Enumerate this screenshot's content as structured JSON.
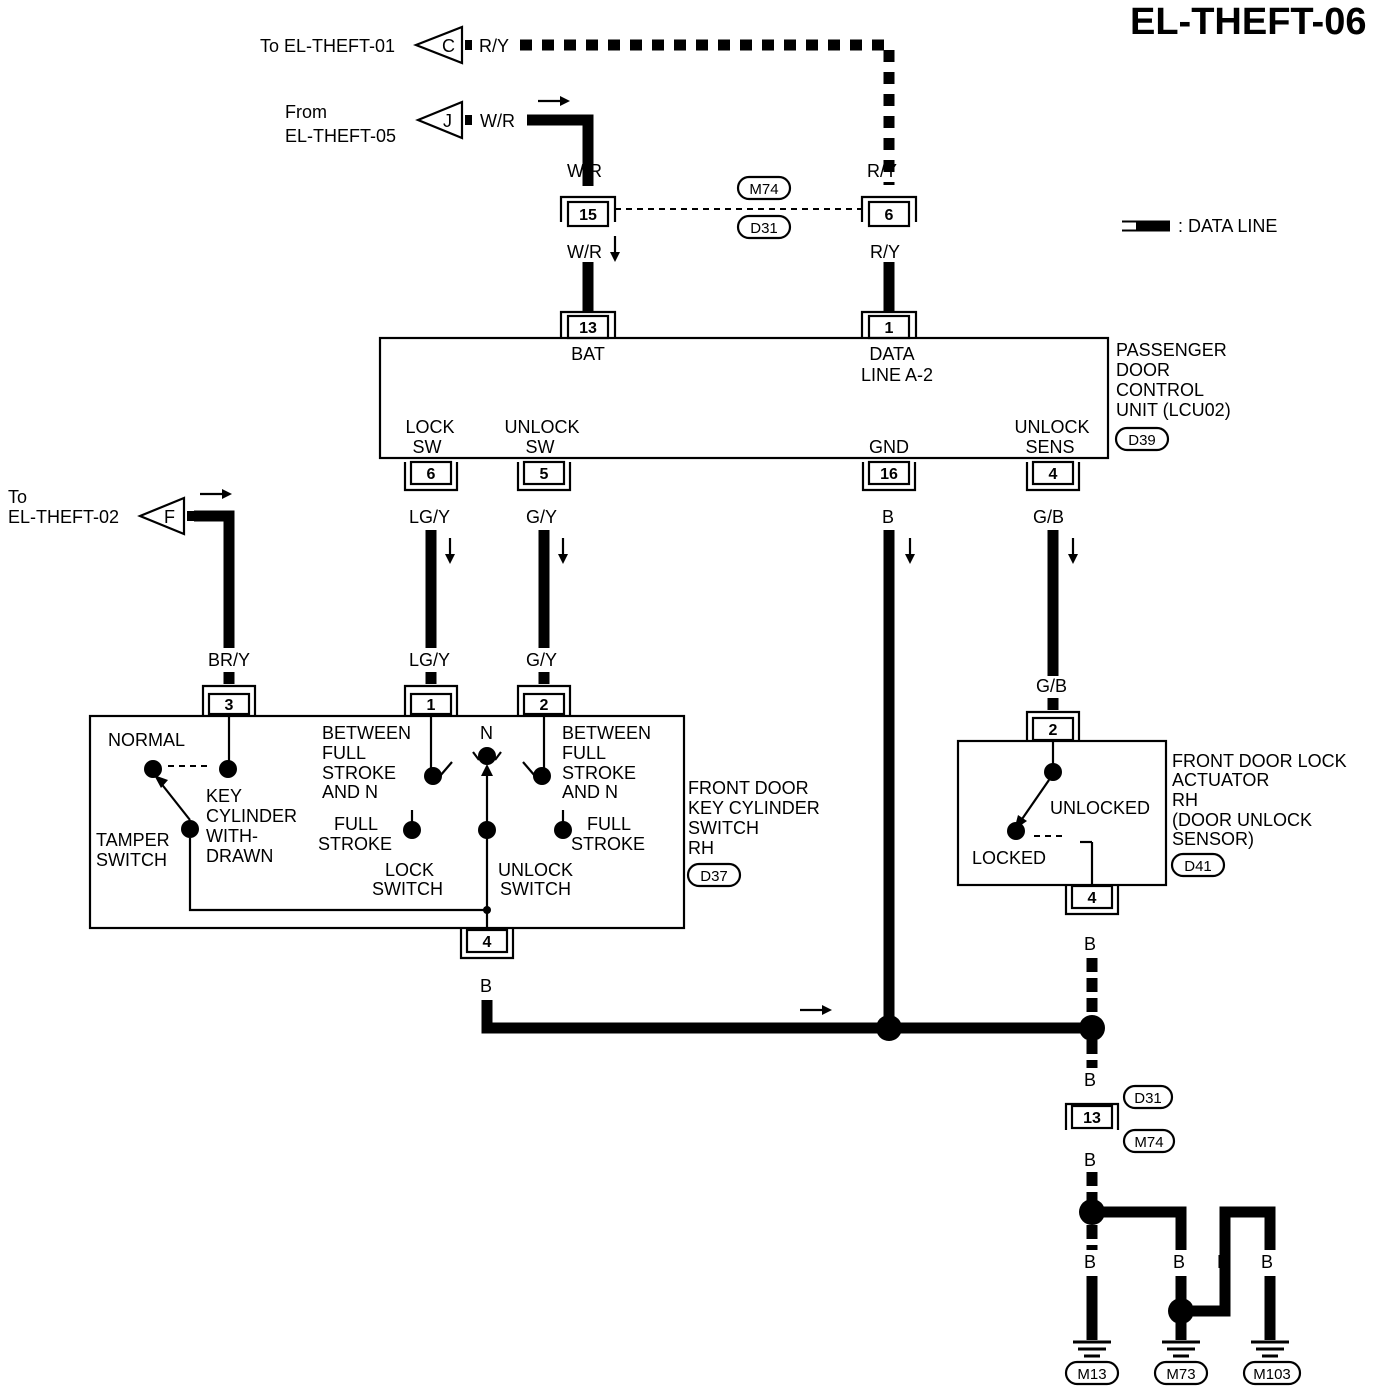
{
  "title": "EL-THEFT-06",
  "legend": {
    "label": ": DATA LINE"
  },
  "external": {
    "to_01": "To EL-THEFT-01",
    "from_05_line1": "From",
    "from_05_line2": "EL-THEFT-05",
    "to_02_line1": "To",
    "to_02_line2": "EL-THEFT-02",
    "terminal_c": "C",
    "terminal_j": "J",
    "terminal_f": "F"
  },
  "wire_colors": {
    "ry": "R/Y",
    "wr": "W/R",
    "lgy": "LG/Y",
    "gy": "G/Y",
    "b": "B",
    "gb": "G/B",
    "bry": "BR/Y"
  },
  "pins": {
    "p15": "15",
    "p6": "6",
    "p13": "13",
    "p1": "1",
    "lcu_6": "6",
    "lcu_5": "5",
    "lcu_16": "16",
    "lcu_4": "4",
    "ks_3": "3",
    "ks_1": "1",
    "ks_2": "2",
    "ks_4": "4",
    "act_2": "2",
    "act_4": "4",
    "gnd_13": "13"
  },
  "connectors": {
    "m74": "M74",
    "d31": "D31",
    "d39": "D39",
    "d37": "D37",
    "d41": "D41",
    "m13": "M13",
    "m73": "M73",
    "m103": "M103"
  },
  "lcu": {
    "bat": "BAT",
    "data_1": "DATA",
    "data_2": "LINE A-2",
    "lock_1": "LOCK",
    "lock_2": "SW",
    "unlock_1": "UNLOCK",
    "unlock_2": "SW",
    "gnd": "GND",
    "sens_1": "UNLOCK",
    "sens_2": "SENS",
    "name_1": "PASSENGER",
    "name_2": "DOOR",
    "name_3": "CONTROL",
    "name_4": "UNIT (LCU02)"
  },
  "key_switch": {
    "normal": "NORMAL",
    "kc_1": "KEY",
    "kc_2": "CYLINDER",
    "kc_3": "WITH-",
    "kc_4": "DRAWN",
    "tamper_1": "TAMPER",
    "tamper_2": "SWITCH",
    "bfs_l_1": "BETWEEN",
    "bfs_l_2": "FULL",
    "bfs_l_3": "STROKE",
    "bfs_l_4": "AND N",
    "n": "N",
    "bfs_r_1": "BETWEEN",
    "bfs_r_2": "FULL",
    "bfs_r_3": "STROKE",
    "bfs_r_4": "AND N",
    "fs_l_1": "FULL",
    "fs_l_2": "STROKE",
    "fs_r_1": "FULL",
    "fs_r_2": "STROKE",
    "lock_1": "LOCK",
    "lock_2": "SWITCH",
    "unlock_1": "UNLOCK",
    "unlock_2": "SWITCH",
    "name_1": "FRONT DOOR",
    "name_2": "KEY CYLINDER",
    "name_3": "SWITCH",
    "name_4": "RH"
  },
  "actuator": {
    "unlocked": "UNLOCKED",
    "locked": "LOCKED",
    "name_1": "FRONT DOOR LOCK",
    "name_2": "ACTUATOR",
    "name_3": "RH",
    "name_4": "(DOOR UNLOCK",
    "name_5": "SENSOR)"
  }
}
